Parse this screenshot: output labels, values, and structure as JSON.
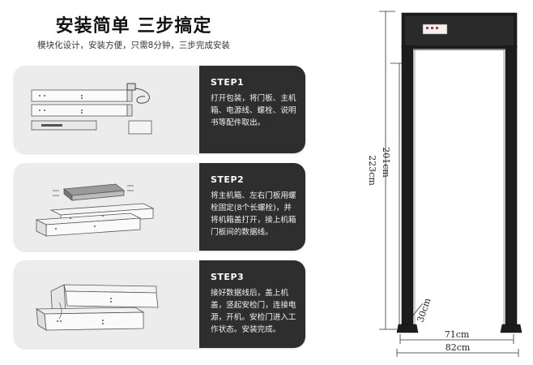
{
  "header": {
    "title": "安装简单 三步搞定",
    "subtitle": "模块化设计，安装方便，只需8分钟，三步完成安装"
  },
  "steps": [
    {
      "label": "STEP1",
      "text": "打开包装，将门板、主机箱、电源线、螺栓、说明书等配件取出。"
    },
    {
      "label": "STEP2",
      "text": "将主机箱、左右门板用螺栓固定(8个长螺栓)，并将机箱盖打开，接上机箱门板间的数据线。"
    },
    {
      "label": "STEP3",
      "text": "接好数据线后，盖上机盖，竖起安检门，连接电源，开机。安检门进入工作状态。安装完成。"
    }
  ],
  "dimensions": {
    "inner_height": "201cm",
    "outer_height": "223cm",
    "inner_width": "71cm",
    "outer_width": "82cm",
    "depth": "30cm"
  },
  "colors": {
    "panel": "#2e2e2e",
    "illustration_bg": "#ececec",
    "frame": "#1c1c1c"
  }
}
